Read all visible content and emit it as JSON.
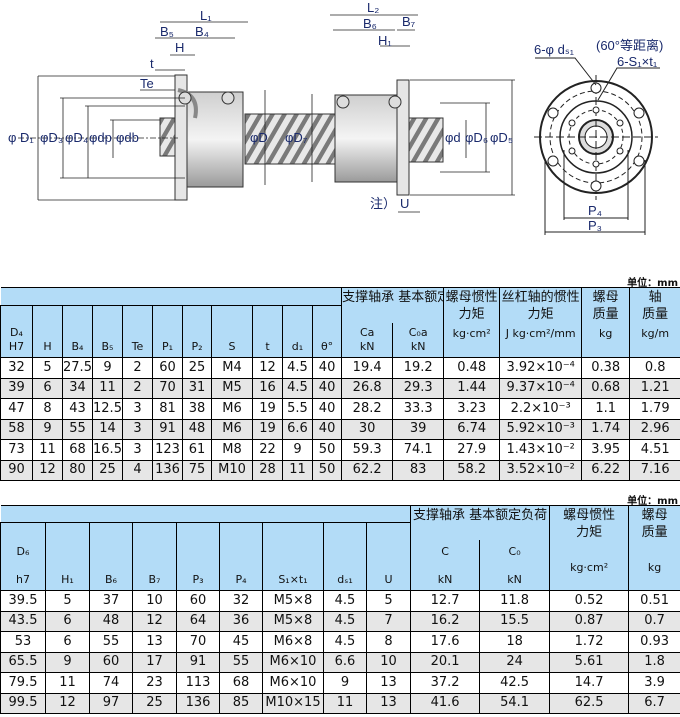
{
  "drawing": {
    "labels": {
      "L1": "L₁",
      "B5": "B₅",
      "B4": "B₄",
      "H": "H",
      "t": "t",
      "Te": "Te",
      "D1": "φ D₁",
      "D3": "φD₃",
      "D4": "φD₄",
      "dp": "φdp",
      "db": "φdb",
      "D": "φD",
      "D7": "φD₇",
      "L2": "L₂",
      "B6": "B₆",
      "B7": "B₇",
      "H1": "H₁",
      "d": "φd",
      "D6": "φD₆",
      "D5": "φD₅",
      "note": "注）",
      "U": "U",
      "ds1": "6-φ dₛ₁",
      "equal": "(60°等距离)",
      "S1t1": "6-S₁×t₁",
      "P4": "P₄",
      "P3": "P₃"
    }
  },
  "colors": {
    "header": "#b3dcf7",
    "stripe": "#e6e6e6"
  },
  "table1": {
    "unit": "单位：mm",
    "left_headers": [
      "D₄\nH7",
      "H",
      "B₄",
      "B₅",
      "Te",
      "P₁",
      "P₂",
      "S",
      "t",
      "d₁",
      "θ°"
    ],
    "group_title": "支撑轴承\n基本额定负荷",
    "group_sub": [
      "Ca\nkN",
      "C₀a\nkN"
    ],
    "titles": [
      "螺母惯性\n力矩",
      "丝杠轴的惯性\n力矩",
      "螺母\n质量",
      "轴\n质量"
    ],
    "title_units": [
      "kg·cm²",
      "J  kg·cm²/mm",
      "kg",
      "kg/m"
    ],
    "rows": [
      [
        "32",
        "5",
        "27.5",
        "9",
        "2",
        "60",
        "25",
        "M4",
        "12",
        "4.5",
        "40",
        "19.4",
        "19.2",
        "0.48",
        "3.92×10⁻⁴",
        "0.38",
        "0.8"
      ],
      [
        "39",
        "6",
        "34",
        "11",
        "2",
        "70",
        "31",
        "M5",
        "16",
        "4.5",
        "40",
        "26.8",
        "29.3",
        "1.44",
        "9.37×10⁻⁴",
        "0.68",
        "1.21"
      ],
      [
        "47",
        "8",
        "43",
        "12.5",
        "3",
        "81",
        "38",
        "M6",
        "19",
        "5.5",
        "40",
        "28.2",
        "33.3",
        "3.23",
        "2.2×10⁻³",
        "1.1",
        "1.79"
      ],
      [
        "58",
        "9",
        "55",
        "14",
        "3",
        "91",
        "48",
        "M6",
        "19",
        "6.6",
        "40",
        "30",
        "39",
        "6.74",
        "5.92×10⁻³",
        "1.74",
        "2.96"
      ],
      [
        "73",
        "11",
        "68",
        "16.5",
        "3",
        "123",
        "61",
        "M8",
        "22",
        "9",
        "50",
        "59.3",
        "74.1",
        "27.9",
        "1.43×10⁻²",
        "3.95",
        "4.51"
      ],
      [
        "90",
        "12",
        "80",
        "25",
        "4",
        "136",
        "75",
        "M10",
        "28",
        "11",
        "50",
        "62.2",
        "83",
        "58.2",
        "3.52×10⁻²",
        "6.22",
        "7.16"
      ]
    ]
  },
  "table2": {
    "unit": "单位：mm",
    "left_headers": [
      "D₆\n\nh7",
      "H₁",
      "B₆",
      "B₇",
      "P₃",
      "P₄",
      "S₁×t₁",
      "dₛ₁",
      "U"
    ],
    "group_title": "支撑轴承\n基本额定负荷",
    "group_sub": [
      "C\n\nkN",
      "C₀\n\nkN"
    ],
    "titles": [
      "螺母惯性\n力矩",
      "螺母\n质量"
    ],
    "title_units": [
      "kg·cm²",
      "kg"
    ],
    "rows": [
      [
        "39.5",
        "5",
        "37",
        "10",
        "60",
        "32",
        "M5×8",
        "4.5",
        "5",
        "12.7",
        "11.8",
        "0.52",
        "0.51"
      ],
      [
        "43.5",
        "6",
        "48",
        "12",
        "64",
        "36",
        "M5×8",
        "4.5",
        "7",
        "16.2",
        "15.5",
        "0.87",
        "0.7"
      ],
      [
        "53",
        "6",
        "55",
        "13",
        "70",
        "45",
        "M6×8",
        "4.5",
        "8",
        "17.6",
        "18",
        "1.72",
        "0.93"
      ],
      [
        "65.5",
        "9",
        "60",
        "17",
        "91",
        "55",
        "M6×10",
        "6.6",
        "10",
        "20.1",
        "24",
        "5.61",
        "1.8"
      ],
      [
        "79.5",
        "11",
        "74",
        "23",
        "113",
        "68",
        "M6×10",
        "9",
        "13",
        "37.2",
        "42.5",
        "14.7",
        "3.9"
      ],
      [
        "99.5",
        "12",
        "97",
        "25",
        "136",
        "85",
        "M10×15",
        "11",
        "13",
        "41.6",
        "54.1",
        "62.5",
        "6.7"
      ]
    ]
  }
}
